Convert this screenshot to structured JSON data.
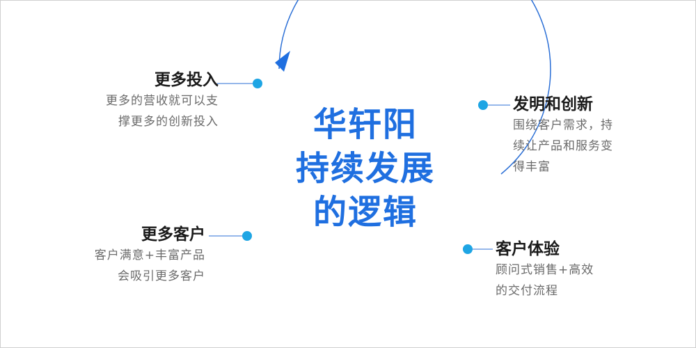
{
  "center": {
    "line1": "华轩阳",
    "line2": "持续发展",
    "line3": "的逻辑"
  },
  "nodes": {
    "more_investment": {
      "title": "更多投入",
      "desc": [
        "更多的营收就可以支",
        "撑更多的创新投入"
      ]
    },
    "invention": {
      "title": "发明和创新",
      "desc": [
        "围绕客户需求，持",
        "续让产品和服务变",
        "得丰富"
      ]
    },
    "experience": {
      "title": "客户体验",
      "desc": [
        "顾问式销售+高效",
        "的交付流程"
      ]
    },
    "more_customers": {
      "title": "更多客户",
      "desc": [
        "客户满意+丰富产品",
        "会吸引更多客户"
      ]
    }
  },
  "colors": {
    "accent": "#1f6fe0",
    "dot": "#1ea5e4",
    "circle": "#2b6fd6",
    "title_text": "#1a1a1a",
    "desc_text": "#6a6a6a"
  }
}
